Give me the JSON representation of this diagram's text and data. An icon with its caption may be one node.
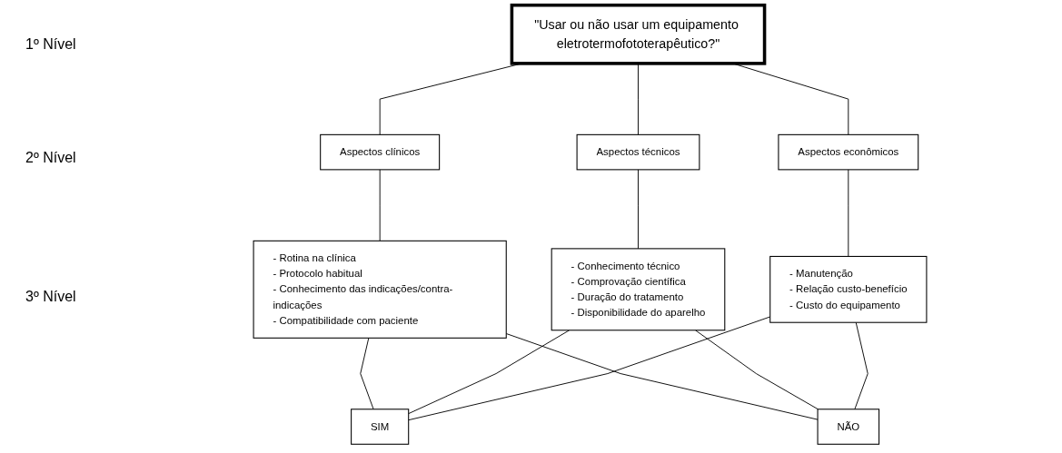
{
  "diagram": {
    "nodes": [
      {
        "text": [
          "\"Usar ou não usar um equipamento eletrotermofototerapêutico?\""
        ]
      },
      {
        "text": [
          "Aspectos clínicos"
        ]
      },
      {
        "text": [
          "Aspectos técnicos"
        ]
      },
      {
        "text": [
          "Aspectos econômicos"
        ]
      },
      {
        "text": [
          "- Rotina na clínica",
          "- Protocolo habitual",
          "- Conhecimento das indicações/contra-indicações",
          "- Compatibilidade com paciente"
        ]
      },
      {
        "text": [
          "- Conhecimento técnico",
          "- Comprovação científica",
          "- Duração do tratamento",
          "- Disponibilidade do aparelho"
        ]
      },
      {
        "text": [
          "- Manutenção",
          "- Relação custo-benefício",
          "- Custo do equipamento"
        ]
      },
      {
        "text": [
          "SIM"
        ]
      },
      {
        "text": [
          "NÃO"
        ]
      }
    ],
    "edges": [
      {
        "from": 0,
        "to": 1,
        "arrow": "none"
      },
      {
        "from": 0,
        "to": 2,
        "arrow": "none"
      },
      {
        "from": 0,
        "to": 3,
        "arrow": "none"
      },
      {
        "from": 1,
        "to": 4,
        "arrow": "none"
      },
      {
        "from": 2,
        "to": 5,
        "arrow": "none"
      },
      {
        "from": 3,
        "to": 6,
        "arrow": "none"
      },
      {
        "from": 4,
        "to": 7,
        "arrow": "none"
      },
      {
        "from": 4,
        "to": 8,
        "arrow": "none"
      },
      {
        "from": 5,
        "to": 7,
        "arrow": "none"
      },
      {
        "from": 5,
        "to": 8,
        "arrow": "none"
      },
      {
        "from": 6,
        "to": 7,
        "arrow": "none"
      },
      {
        "from": 6,
        "to": 8,
        "arrow": "none"
      }
    ],
    "labels": [
      "1º Nível",
      "2º Nível",
      "3º Nível"
    ]
  }
}
